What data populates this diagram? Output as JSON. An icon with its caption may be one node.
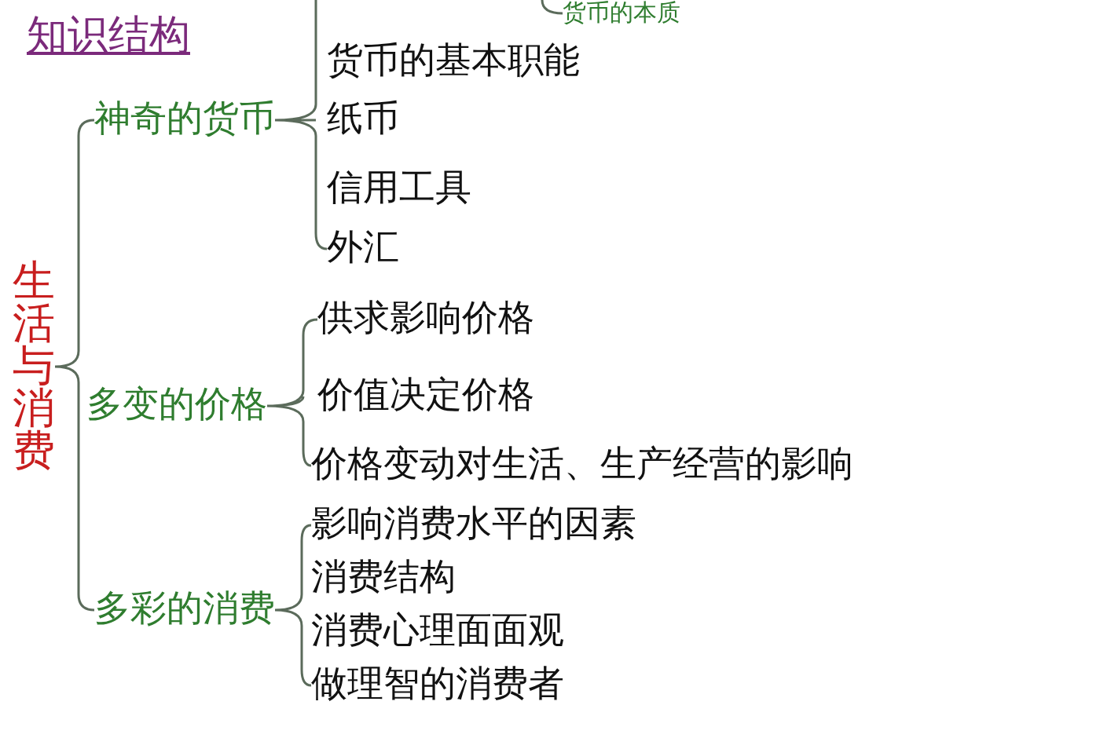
{
  "diagram": {
    "title": "知识结构",
    "nodes": [
      {
        "text": [
          "生活与消费"
        ]
      },
      {
        "text": [
          "神奇的货币"
        ]
      },
      {
        "text": [
          "货币的本质"
        ]
      },
      {
        "text": [
          "货币的基本职能"
        ]
      },
      {
        "text": [
          "纸币"
        ]
      },
      {
        "text": [
          "信用工具"
        ]
      },
      {
        "text": [
          "外汇"
        ]
      },
      {
        "text": [
          "多变的价格"
        ]
      },
      {
        "text": [
          "供求影响价格"
        ]
      },
      {
        "text": [
          "价值决定价格"
        ]
      },
      {
        "text": [
          "价格变动对生活、生产经营的影响"
        ]
      },
      {
        "text": [
          "多彩的消费"
        ]
      },
      {
        "text": [
          "影响消费水平的因素"
        ]
      },
      {
        "text": [
          "消费结构"
        ]
      },
      {
        "text": [
          "消费心理面面观"
        ]
      },
      {
        "text": [
          "做理智的消费者"
        ]
      }
    ],
    "edges": [
      {
        "from": 0,
        "to": 1,
        "arrow": "none"
      },
      {
        "from": 0,
        "to": 7,
        "arrow": "none"
      },
      {
        "from": 0,
        "to": 11,
        "arrow": "none"
      },
      {
        "from": 1,
        "to": 3,
        "arrow": "none"
      },
      {
        "from": 1,
        "to": 4,
        "arrow": "none"
      },
      {
        "from": 1,
        "to": 5,
        "arrow": "none"
      },
      {
        "from": 1,
        "to": 6,
        "arrow": "none"
      },
      {
        "from": null,
        "to": 2,
        "arrow": "none"
      },
      {
        "from": 7,
        "to": 8,
        "arrow": "none"
      },
      {
        "from": 7,
        "to": 9,
        "arrow": "none"
      },
      {
        "from": 7,
        "to": 10,
        "arrow": "none"
      },
      {
        "from": 11,
        "to": 12,
        "arrow": "none"
      },
      {
        "from": 11,
        "to": 13,
        "arrow": "none"
      },
      {
        "from": 11,
        "to": 14,
        "arrow": "none"
      },
      {
        "from": 11,
        "to": 15,
        "arrow": "none"
      }
    ]
  }
}
